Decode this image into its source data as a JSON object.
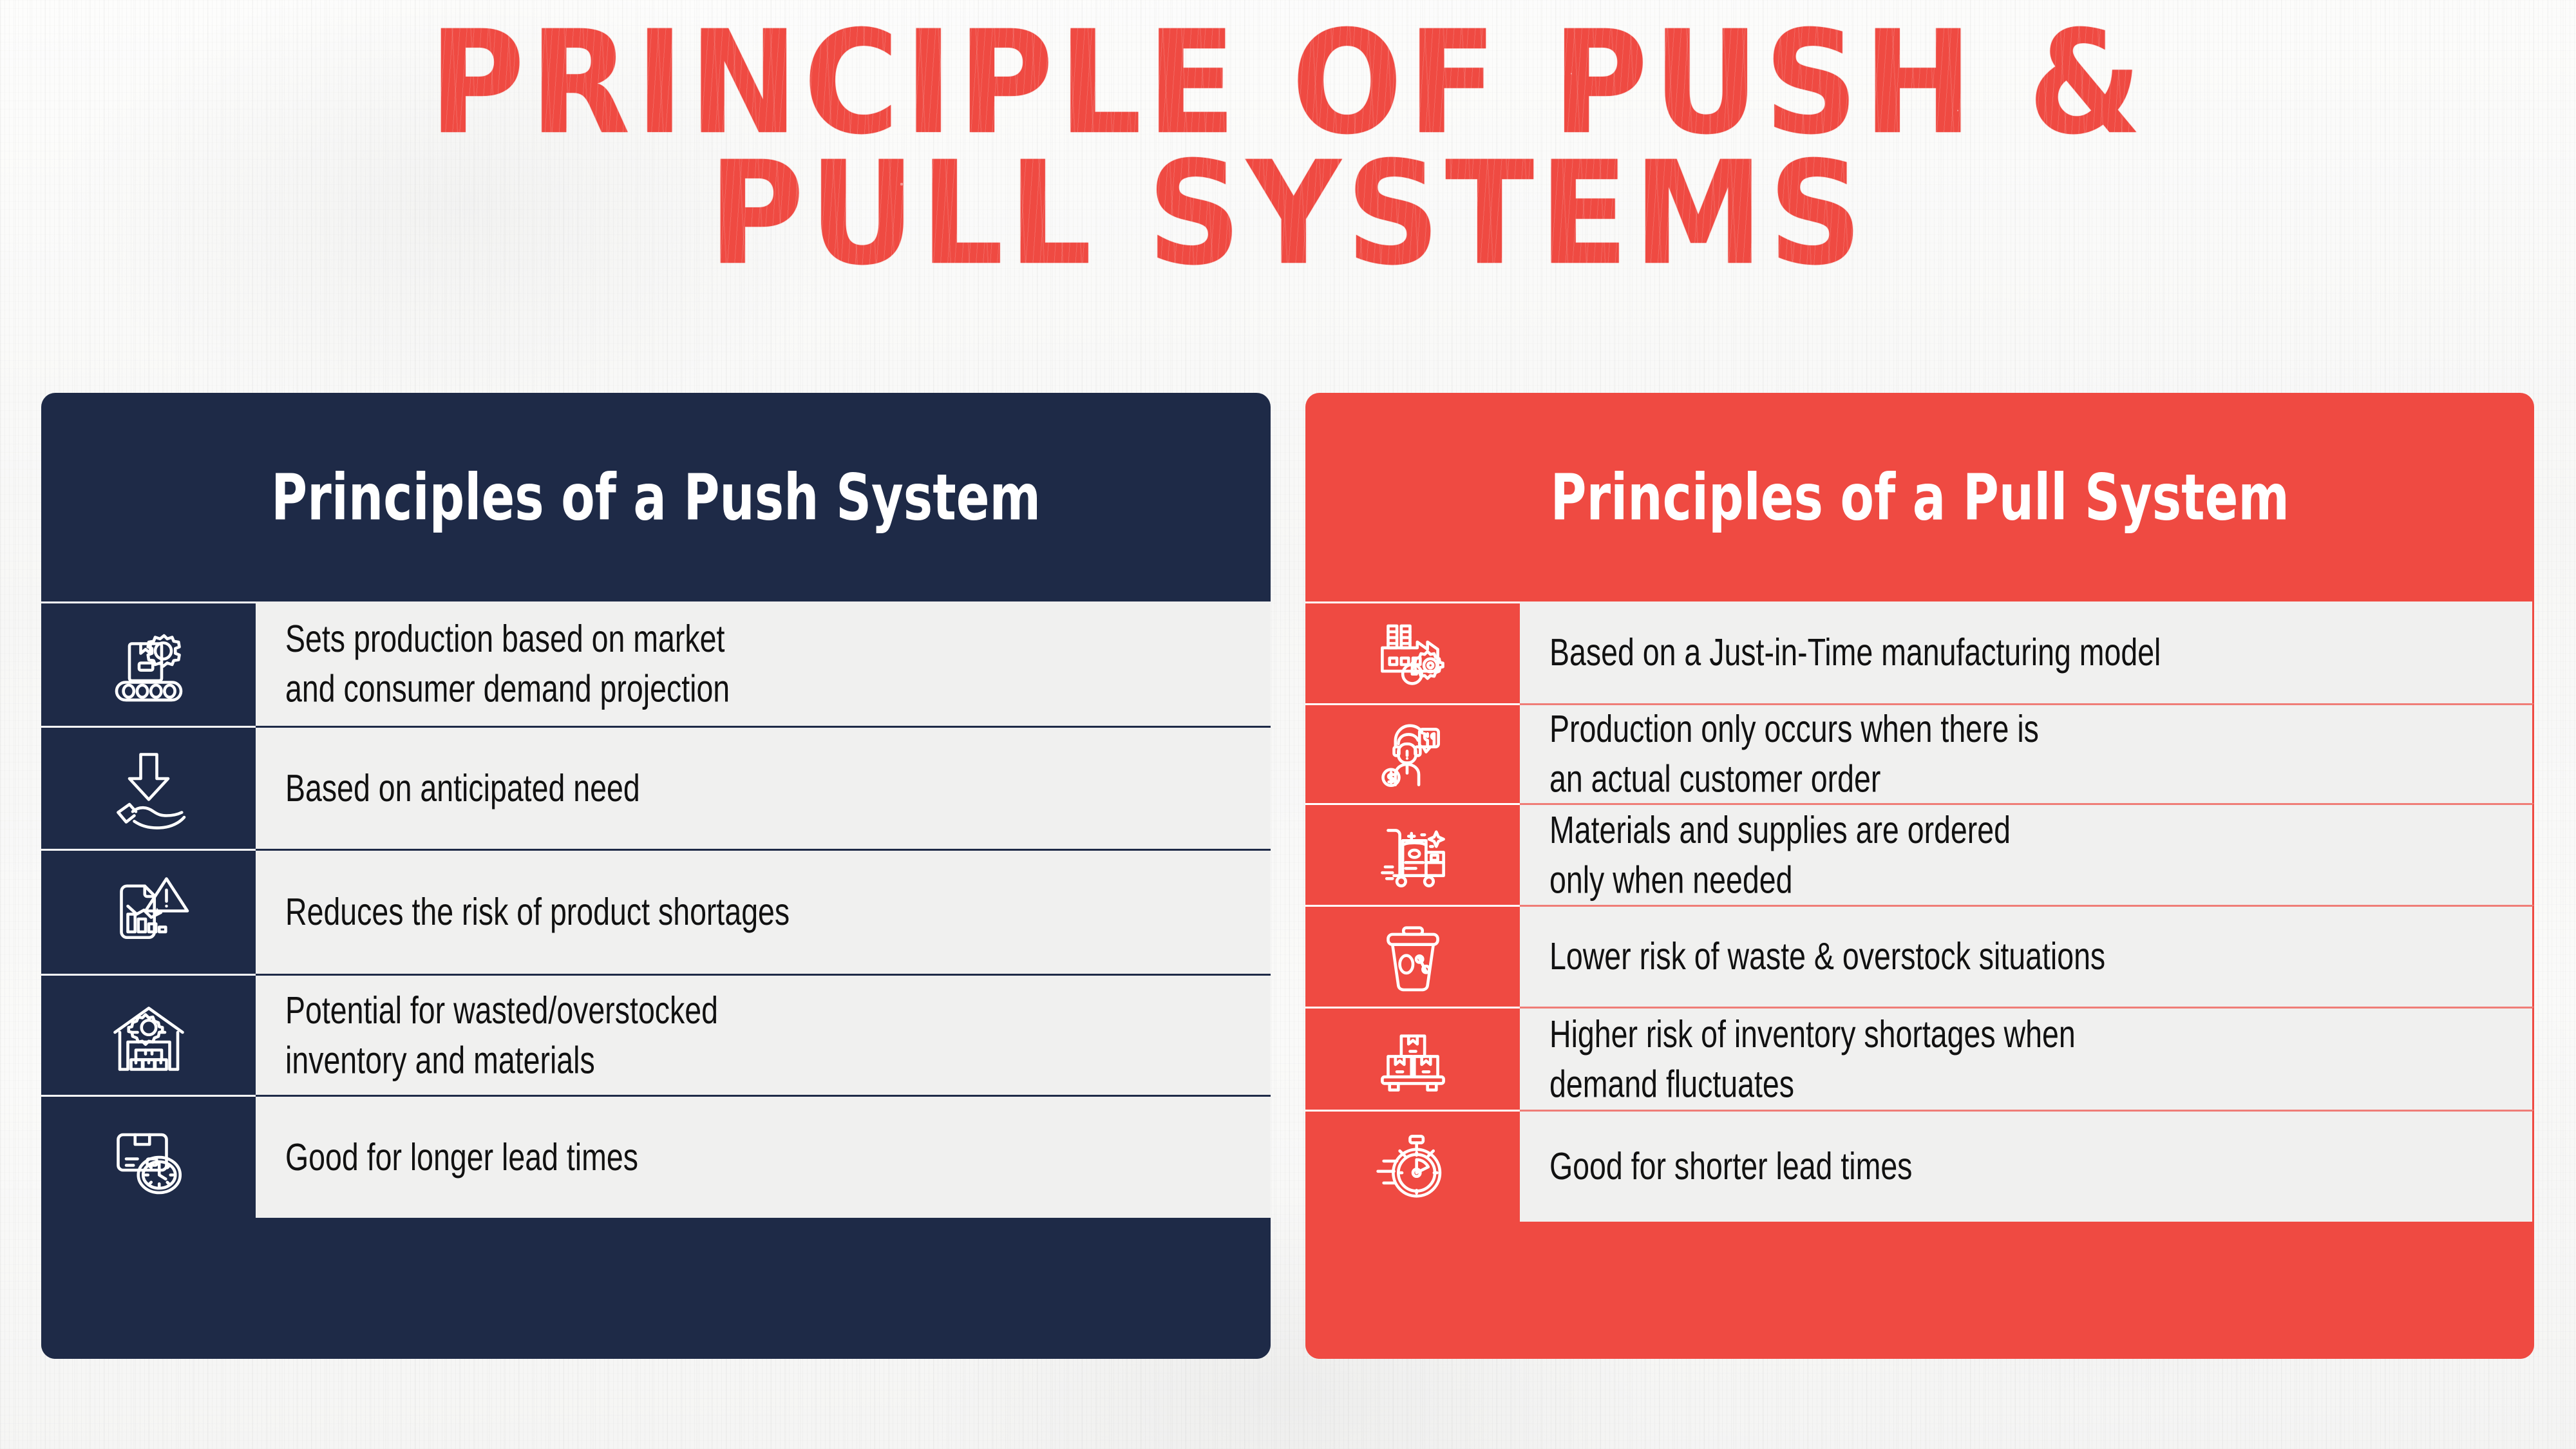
{
  "title": {
    "line1": "PRINCIPLE OF PUSH &",
    "line2": "PULL SYSTEMS"
  },
  "colors": {
    "accent_red": "#ef4a42",
    "navy": "#1e2a47",
    "cell_background": "#f0f0ef",
    "page_background": "#fbfbfa",
    "text": "#111111",
    "row_divider_push": "#1e2a47",
    "row_divider_pull": "#ef7d77"
  },
  "push_panel": {
    "header": "Principles of a Push System",
    "rows": [
      {
        "icon": "conveyor-belt-gear-icon",
        "text": "Sets production based on market\nand consumer demand projection"
      },
      {
        "icon": "arrow-down-into-hand-icon",
        "text": "Based on anticipated need"
      },
      {
        "icon": "declining-chart-warning-icon",
        "text": "Reduces the risk of product shortages"
      },
      {
        "icon": "warehouse-gear-icon",
        "text": "Potential for wasted/overstocked\ninventory and materials"
      },
      {
        "icon": "box-clock-icon",
        "text": "Good for longer lead times"
      }
    ]
  },
  "pull_panel": {
    "header": "Principles of a Pull System",
    "rows": [
      {
        "icon": "factory-gear-clock-icon",
        "text": "Based on a Just-in-Time manufacturing model"
      },
      {
        "icon": "customer-order-icon",
        "text": "Production only occurs when there is\nan actual customer order"
      },
      {
        "icon": "hand-truck-supplies-icon",
        "text": "Materials and supplies are ordered\nonly when needed"
      },
      {
        "icon": "zero-percent-waste-bin-icon",
        "text": "Lower risk of waste & overstock situations"
      },
      {
        "icon": "stacked-boxes-pallet-icon",
        "text": "Higher risk of inventory shortages when\ndemand fluctuates"
      },
      {
        "icon": "fast-stopwatch-icon",
        "text": "Good for shorter lead times"
      }
    ]
  }
}
